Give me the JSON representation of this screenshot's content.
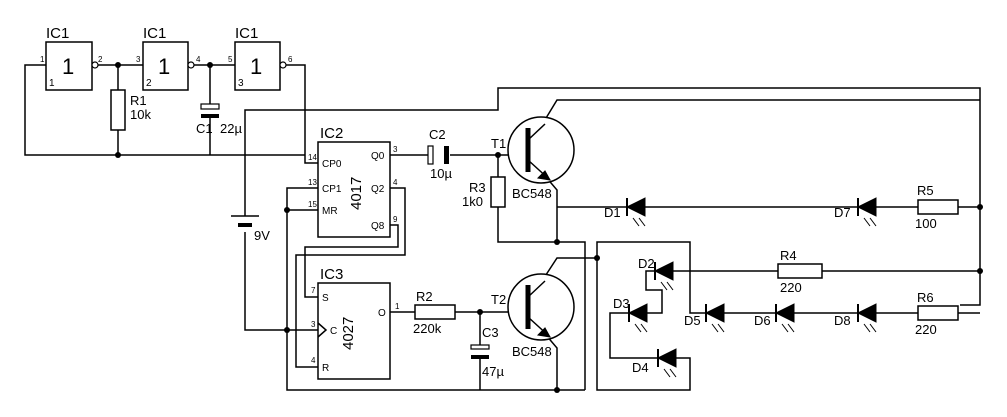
{
  "gates": [
    {
      "label": "IC1",
      "symbol": "1",
      "pin_in": "1",
      "pin_in_inner": "1",
      "pin_out": "2"
    },
    {
      "label": "IC1",
      "symbol": "1",
      "pin_in": "3",
      "pin_in_inner": "2",
      "pin_out": "4"
    },
    {
      "label": "IC1",
      "symbol": "1",
      "pin_in": "5",
      "pin_in_inner": "3",
      "pin_out": "6"
    }
  ],
  "ic2": {
    "label": "IC2",
    "part": "4017",
    "pins": {
      "cp0": "CP0",
      "cp1": "CP1",
      "mr": "MR",
      "q0": "Q0",
      "q2": "Q2",
      "q8": "Q8"
    },
    "pin_numbers": {
      "cp0": "14",
      "cp1": "13",
      "mr": "15",
      "q0": "3",
      "q2": "4",
      "q8": "9"
    }
  },
  "ic3": {
    "label": "IC3",
    "part": "4027",
    "pins": {
      "s": "S",
      "c": "C",
      "r": "R",
      "o": "O"
    },
    "pin_numbers": {
      "s": "7",
      "c": "3",
      "r": "4",
      "o": "1"
    }
  },
  "resistors": {
    "r1": {
      "name": "R1",
      "value": "10k"
    },
    "r2": {
      "name": "R2",
      "value": "220k"
    },
    "r3": {
      "name": "R3",
      "value": "1k0"
    },
    "r4": {
      "name": "R4",
      "value": "220"
    },
    "r5": {
      "name": "R5",
      "value": "100"
    },
    "r6": {
      "name": "R6",
      "value": "220"
    }
  },
  "capacitors": {
    "c1": {
      "name": "C1",
      "value": "22µ"
    },
    "c2": {
      "name": "C2",
      "value": "10µ"
    },
    "c3": {
      "name": "C3",
      "value": "47µ"
    }
  },
  "transistors": {
    "t1": {
      "name": "T1",
      "part": "BC548"
    },
    "t2": {
      "name": "T2",
      "part": "BC548"
    }
  },
  "diodes": {
    "d1": "D1",
    "d2": "D2",
    "d3": "D3",
    "d4": "D4",
    "d5": "D5",
    "d6": "D6",
    "d7": "D7",
    "d8": "D8"
  },
  "battery": {
    "value": "9V"
  }
}
